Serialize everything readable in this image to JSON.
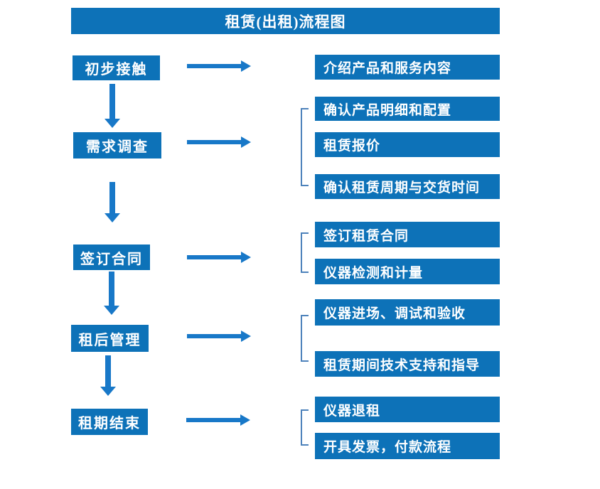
{
  "title": "租赁(出租)流程图",
  "colors": {
    "primary": "#0d72b8",
    "arrow": "#1878c8",
    "bracket": "#4d82bb"
  },
  "steps": [
    {
      "label": "初步接触",
      "details": [
        "介绍产品和服务内容"
      ]
    },
    {
      "label": "需求调查",
      "details": [
        "确认产品明细和配置",
        "租赁报价",
        "确认租赁周期与交货时间"
      ]
    },
    {
      "label": "签订合同",
      "details": [
        "签订租赁合同",
        "仪器检测和计量"
      ]
    },
    {
      "label": "租后管理",
      "details": [
        "仪器进场、调试和验收",
        "租赁期间技术支持和指导"
      ]
    },
    {
      "label": "租期结束",
      "details": [
        "仪器退租",
        "开具发票，付款流程"
      ]
    }
  ]
}
